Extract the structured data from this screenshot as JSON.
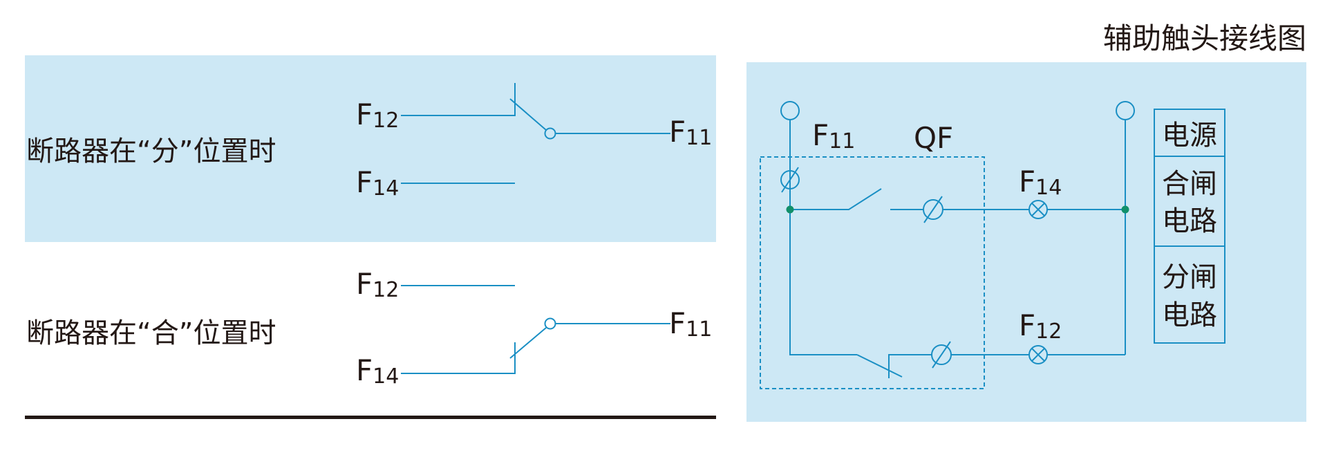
{
  "title": "辅助触头接线图",
  "colors": {
    "panel": "#cde8f5",
    "wire": "#1a8fc4",
    "node": "#11906a",
    "text": "#231815",
    "rule": "#231815"
  },
  "left": {
    "open_state": {
      "caption": "断路器在“分”位置时",
      "f12": {
        "prefix": "F",
        "sub": "12"
      },
      "f14": {
        "prefix": "F",
        "sub": "14"
      },
      "f11": {
        "prefix": "F",
        "sub": "11"
      }
    },
    "closed_state": {
      "caption": "断路器在“合”位置时",
      "f12": {
        "prefix": "F",
        "sub": "12"
      },
      "f14": {
        "prefix": "F",
        "sub": "14"
      },
      "f11": {
        "prefix": "F",
        "sub": "11"
      }
    }
  },
  "right": {
    "f11": {
      "prefix": "F",
      "sub": "11"
    },
    "qf": "QF",
    "f14": {
      "prefix": "F",
      "sub": "14"
    },
    "f12": {
      "prefix": "F",
      "sub": "12"
    },
    "legend": {
      "power": "电源",
      "closing_circuit": [
        "合闸",
        "电路"
      ],
      "opening_circuit": [
        "分闸",
        "电路"
      ]
    }
  }
}
